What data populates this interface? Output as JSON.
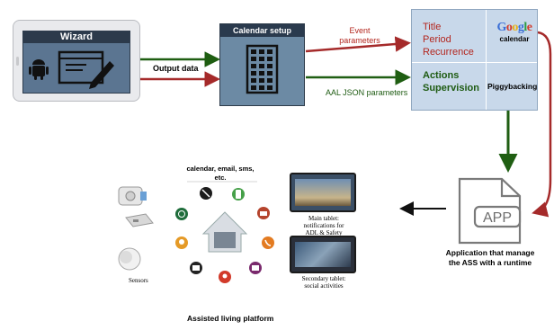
{
  "wizard": {
    "title": "Wizard"
  },
  "calendar_setup": {
    "title": "Calendar setup"
  },
  "arrows": {
    "output_data": "Output data",
    "event_parameters": "Event\nparameters",
    "aal_json_parameters": "AAL JSON parameters"
  },
  "grid": {
    "title_cell": [
      "Title",
      "Period",
      "Recurrence"
    ],
    "google_logo": "Google",
    "google_sub": "calendar",
    "actions_cell": [
      "Actions",
      "Supervision"
    ],
    "piggybacking": "Piggybacking"
  },
  "app": {
    "icon_text": "APP",
    "caption": [
      "Application that manage",
      "the ASS with a runtime"
    ]
  },
  "platform": {
    "services_caption": [
      "calendar, email, sms,",
      "etc."
    ],
    "sensors_label": "Sensors",
    "main_tablet_caption": [
      "Main tablet:",
      "notifications for",
      "ADL & Safety"
    ],
    "secondary_tablet_caption": [
      "Secondary tablet:",
      "social activities"
    ],
    "footer": "Assisted living platform"
  },
  "colors": {
    "green_arrow": "#1f5e12",
    "red_arrow": "#a52a2a",
    "red_text": "#b3261e",
    "green_text": "#1e5b12",
    "grid_fill": "#c8d8ea",
    "setup_fill": "#6c8aa4"
  }
}
